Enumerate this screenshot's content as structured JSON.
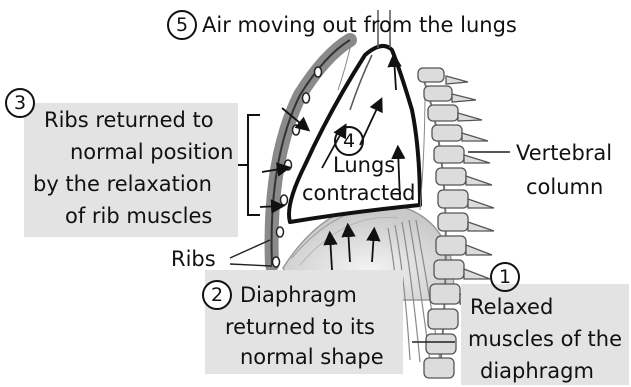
{
  "labels": {
    "air_out": "Air moving out from the lungs",
    "ribs_returned": [
      "Ribs returned to",
      "normal position",
      "by the relaxation",
      "of rib muscles"
    ],
    "lungs": [
      "Lungs",
      "contracted"
    ],
    "vertebral": [
      "Vertebral",
      "column"
    ],
    "ribs": "Ribs",
    "diaphragm": [
      "Diaphragm",
      "returned to its",
      "normal shape"
    ],
    "relaxed": [
      "Relaxed",
      "muscles of the",
      "diaphragm"
    ]
  },
  "markers": [
    "1",
    "2",
    "3",
    "4",
    "5"
  ],
  "colors": {
    "box_fill": "#e3e3e3",
    "rib_wall": "#8a8a8a",
    "line": "#111111"
  }
}
